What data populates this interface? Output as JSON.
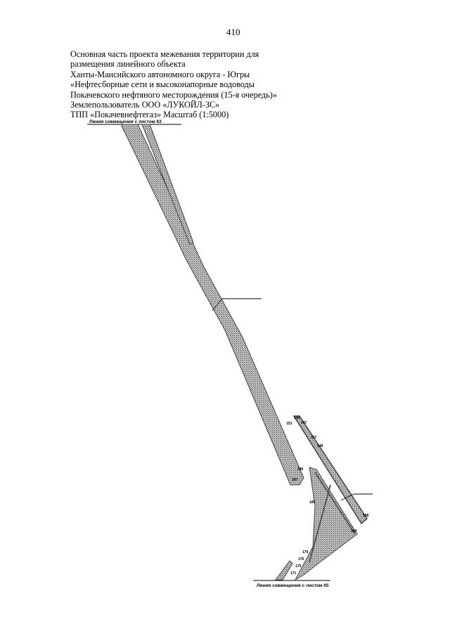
{
  "page_number": "410",
  "header_lines": [
    "Основная часть проекта межевания территории для",
    "размещения линейного объекта",
    "Ханты-Мансийского автономного округа - Югры",
    "«Нефтесборные сети и высоконапорные водоводы",
    "Покачевского нефтяного месторождения (15-я очередь)»",
    "Землепользователь ООО «ЛУКОЙЛ-ЗС»",
    "ТПП «Покачевнефтегаз» Масштаб (1:5000)"
  ],
  "map": {
    "top_match_line": "Линия совмещения с листом 63",
    "bottom_match_line": "Линия совмещения с листом 65",
    "point_labels": [
      "146",
      "147",
      "148",
      "153",
      "157",
      "158",
      "164",
      "171",
      "175",
      "176",
      "179",
      "185",
      "186",
      "187"
    ]
  }
}
